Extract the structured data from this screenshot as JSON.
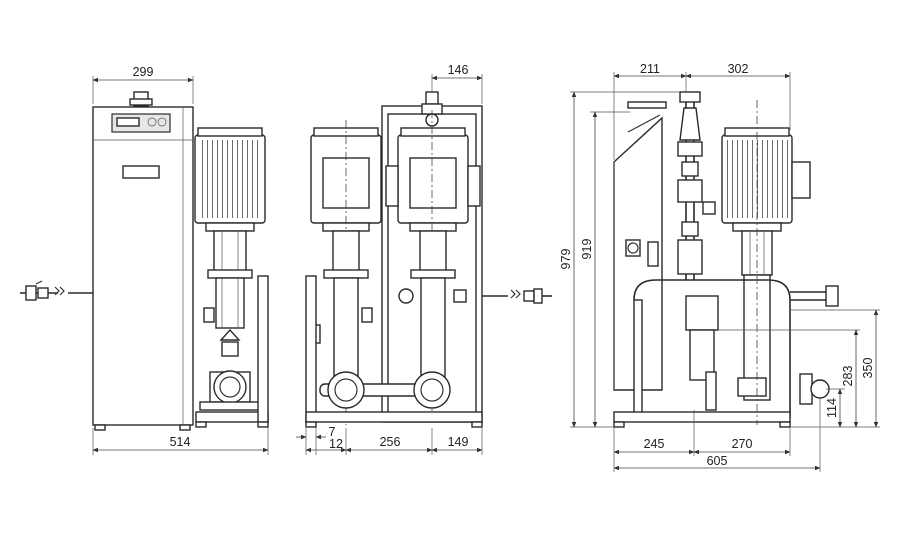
{
  "dimensions": {
    "front_top_width": "299",
    "front_bottom_width": "514",
    "side_top_offset": "146",
    "side_bottom_7": "7",
    "side_bottom_12": "12",
    "side_bottom_256": "256",
    "side_bottom_149": "149",
    "right_top_211": "211",
    "right_top_302": "302",
    "right_height_979": "979",
    "right_height_919": "919",
    "right_height_350": "350",
    "right_height_283": "283",
    "right_height_114": "114",
    "right_bottom_245": "245",
    "right_bottom_270": "270",
    "right_bottom_605": "605"
  }
}
